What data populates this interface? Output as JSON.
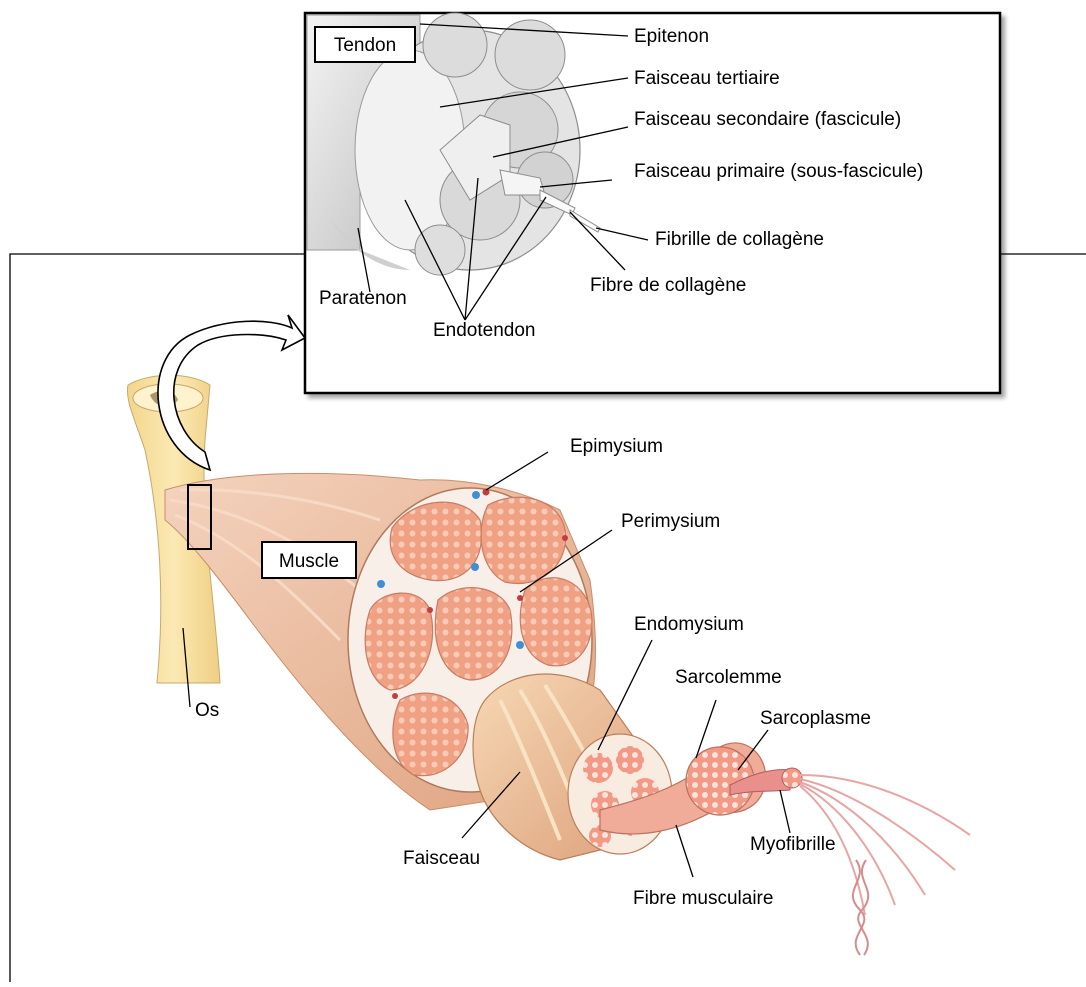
{
  "tendon_inset": {
    "title": "Tendon",
    "labels": {
      "epitenon": "Epitenon",
      "faisceau_tertiaire": "Faisceau tertiaire",
      "faisceau_secondaire": "Faisceau secondaire (fascicule)",
      "faisceau_primaire": "Faisceau primaire (sous-fascicule)",
      "fibrille_collagene": "Fibrille de collagène",
      "fibre_collagene": "Fibre de collagène",
      "paratenon": "Paratenon",
      "endotendon": "Endotendon"
    }
  },
  "muscle_diagram": {
    "title": "Muscle",
    "labels": {
      "os": "Os",
      "epimysium": "Epimysium",
      "perimysium": "Perimysium",
      "endomysium": "Endomysium",
      "sarcolemme": "Sarcolemme",
      "sarcoplasme": "Sarcoplasme",
      "myofibrille": "Myofibrille",
      "faisceau": "Faisceau",
      "fibre_musculaire": "Fibre musculaire"
    }
  },
  "colors": {
    "bone": "#f5dc9a",
    "muscle": "#e9b595",
    "fascicle_fill": "#f2a686",
    "connective": "#f7e8e0",
    "tendon_gray": "#d8d8d8"
  }
}
